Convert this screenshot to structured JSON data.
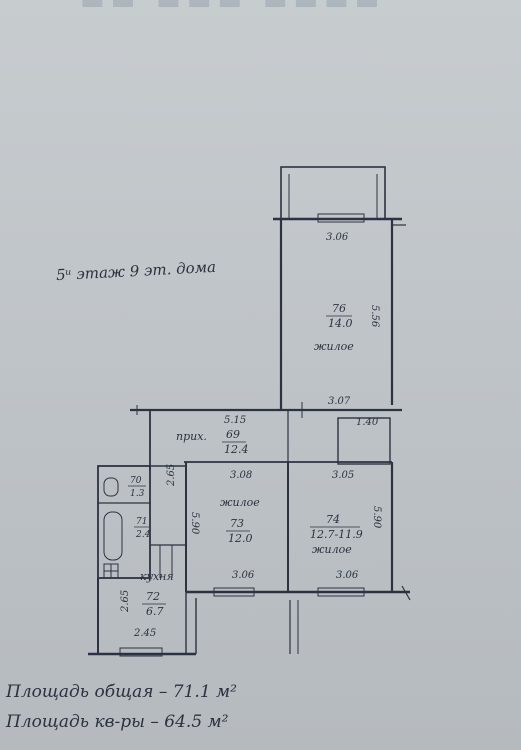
{
  "floor_note": "5ᵘ этаж 9 эт. дома",
  "totals": {
    "total_area": "Площадь общая – 71.1 м²",
    "living_area": "Площадь кв-ры – 64.5 м²"
  },
  "dimensions": {
    "balcony_width": "3.06",
    "room_large_height": "5.56",
    "corridor_width": "3.07",
    "hall_length": "5.15",
    "closet": "1.40",
    "room_mid_width": "3.08",
    "room_right_width": "3.05",
    "room_mid_height": "5.90",
    "room_right_height": "5.90",
    "room_mid_bottom": "3.06",
    "room_right_bottom": "3.06",
    "hall_side": "2.65",
    "kitchen_bottom": "2.45",
    "kitchen_side": "2.65"
  },
  "rooms": {
    "r76": {
      "num": "76",
      "area": "14.0",
      "name": "жилое"
    },
    "r69": {
      "num": "69",
      "area": "12.4",
      "name": "прих."
    },
    "r73": {
      "num": "73",
      "area": "12.0",
      "name": "жилое"
    },
    "r74": {
      "num": "74",
      "area": "12.7-11.9",
      "name": "жилое"
    },
    "r70": {
      "num": "70",
      "area": "1.3"
    },
    "r71": {
      "num": "71",
      "area": "2.4"
    },
    "r72": {
      "num": "72",
      "area": "6.7",
      "name": "кухня"
    }
  }
}
